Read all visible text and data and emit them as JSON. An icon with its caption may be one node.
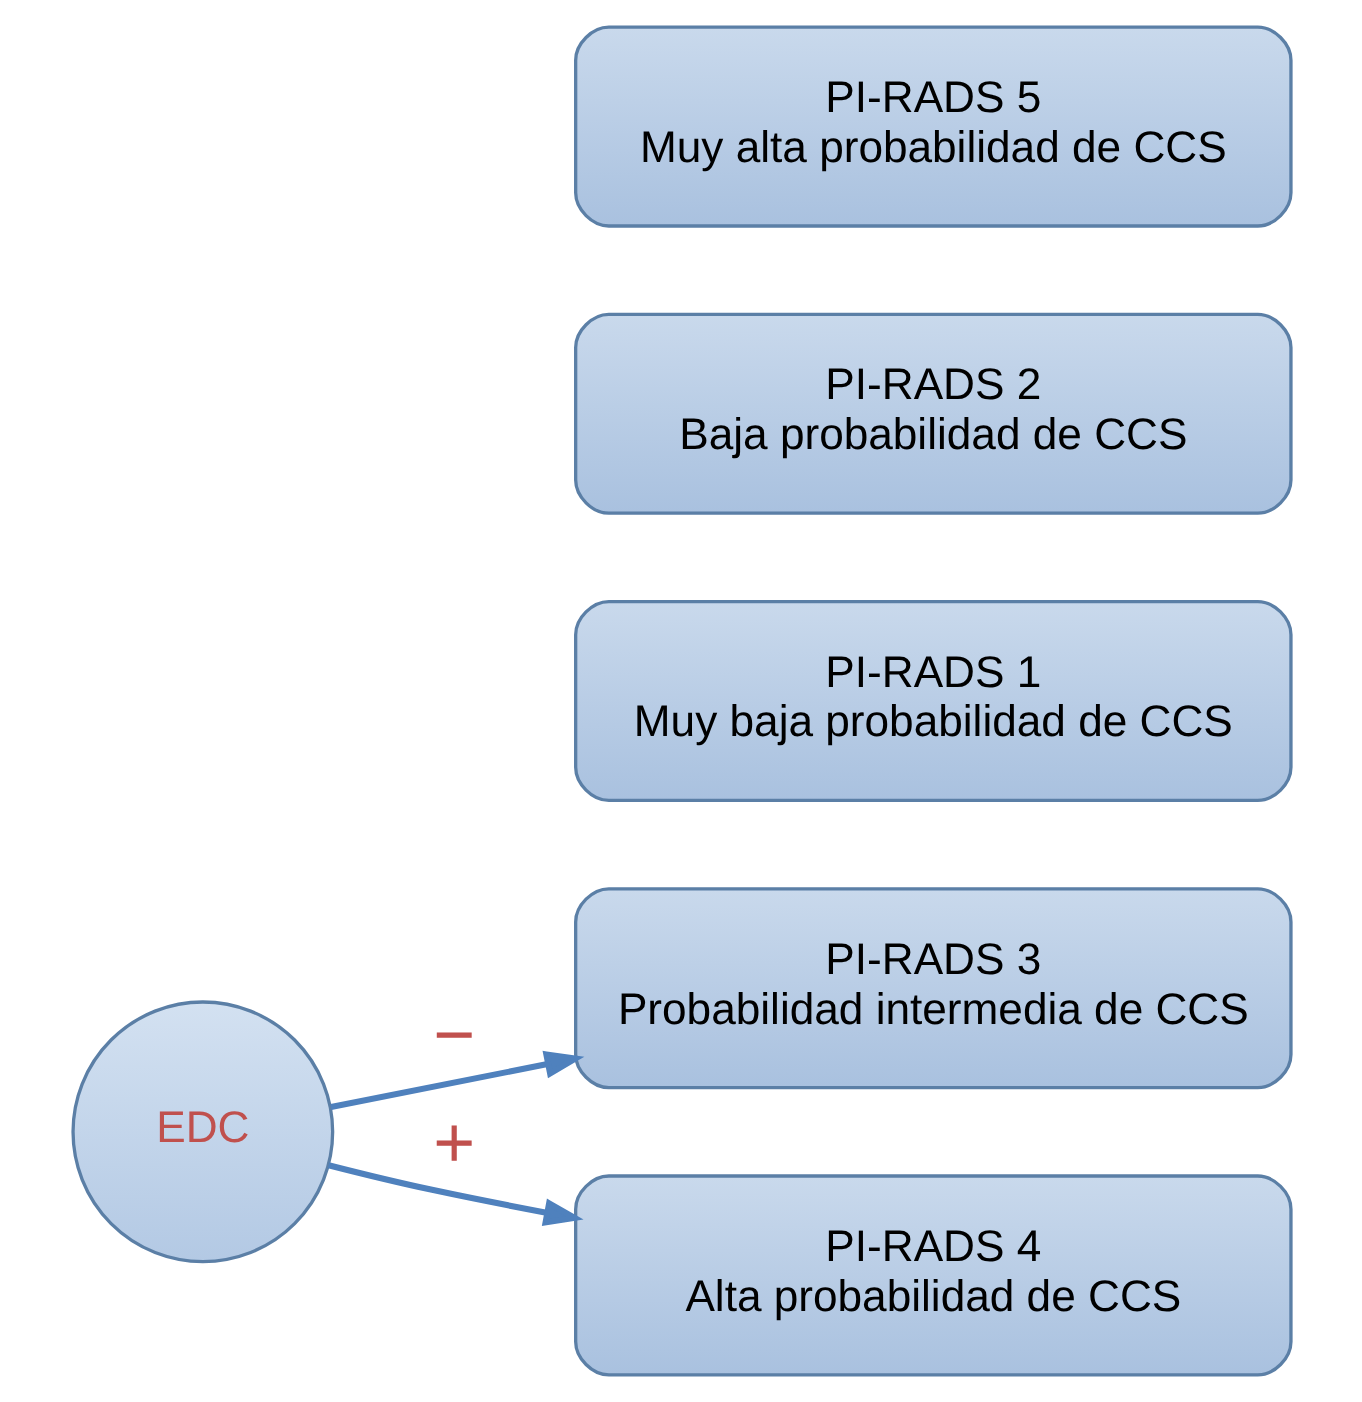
{
  "diagram": {
    "nodes": [
      {
        "text": [
          "PI-RADS 1",
          "Muy baja probabilidad de CCS"
        ]
      },
      {
        "text": [
          "PI-RADS 2",
          "Baja probabilidad de CCS"
        ]
      },
      {
        "text": [
          "PI-RADS 3",
          "Probabilidad intermedia de CCS"
        ]
      },
      {
        "text": [
          "EDC"
        ]
      },
      {
        "text": [
          "PI-RADS 4",
          "Alta probabilidad de CCS"
        ]
      },
      {
        "text": [
          "PI-RADS 5",
          "Muy alta probabilidad de CCS"
        ]
      }
    ],
    "edges": [
      {
        "from": 3,
        "to": 2,
        "arrow": "to",
        "label": "−"
      },
      {
        "from": 3,
        "to": 4,
        "arrow": "to",
        "label": "+"
      }
    ]
  }
}
